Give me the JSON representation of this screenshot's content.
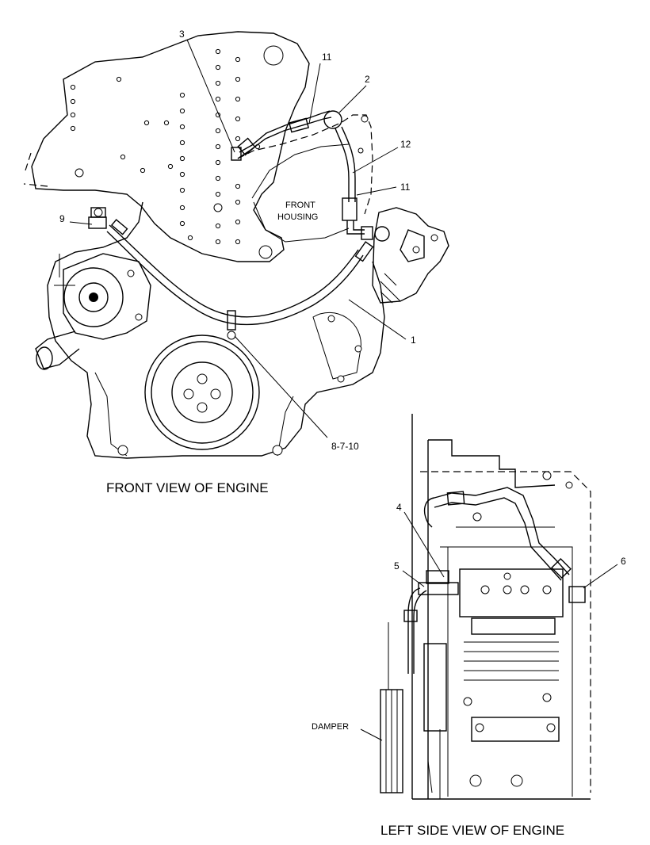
{
  "front_view": {
    "caption": "FRONT VIEW OF ENGINE",
    "housing_label_line1": "FRONT",
    "housing_label_line2": "HOUSING",
    "callouts": {
      "c3": "3",
      "c11a": "11",
      "c2": "2",
      "c12": "12",
      "c11b": "11",
      "c9": "9",
      "c1": "1",
      "c8710": "8-7-10"
    }
  },
  "side_view": {
    "caption": "LEFT SIDE VIEW OF ENGINE",
    "damper_label": "DAMPER",
    "callouts": {
      "c4": "4",
      "c5": "5",
      "c6": "6"
    }
  },
  "colors": {
    "ink": "#000000",
    "paper": "#ffffff"
  }
}
